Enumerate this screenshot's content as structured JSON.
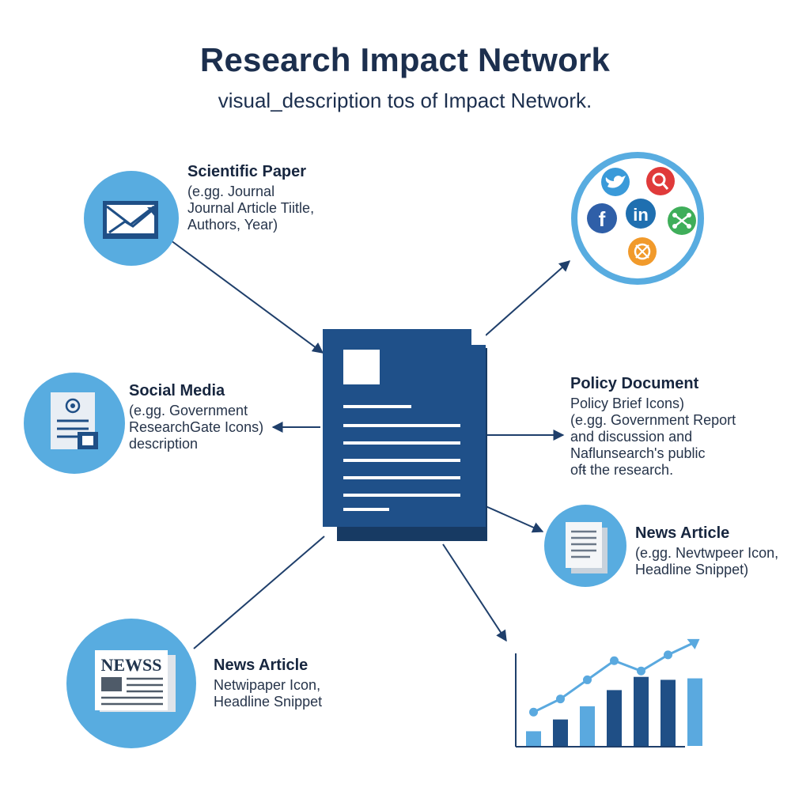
{
  "header": {
    "title": "Research Impact Network",
    "subtitle": "visual_description tos of Impact Network."
  },
  "colors": {
    "circle_fill": "#58ace0",
    "circle_ring": "#ffffff",
    "navy": "#1f4f86",
    "dark_navy": "#173a63",
    "light_blue": "#5aa9df",
    "text_dark": "#1c2f4e"
  },
  "nodes": {
    "scientific_paper": {
      "heading": "Scientific Paper",
      "lines": [
        "(e.gg. Journal",
        "Journal Article Tiitle,",
        "Authors, Year)"
      ],
      "icon": "envelope-trend-icon"
    },
    "social_media": {
      "heading": "Social Media",
      "lines": [
        "(e.gg. Government",
        "ResearchGate Icons)",
        "description"
      ],
      "icon": "document-badge-icon"
    },
    "policy_document": {
      "heading": "Policy Document",
      "lines": [
        "Policy Brief Icons)",
        "(e.gg. Government Report",
        "and discussion and",
        "Naflunsearch's public",
        "ofŧ the research."
      ],
      "icon": "social-cluster-icon"
    },
    "news_article_right": {
      "heading": "News Article",
      "lines": [
        "(e.gg. Nevtwpeer Icon,",
        "Headline Snippet)"
      ],
      "icon": "document-pages-icon"
    },
    "news_article_left": {
      "heading": "News Article",
      "lines": [
        "Netwipaper Icon,",
        "Headline Snippet"
      ],
      "icon": "newspaper-icon",
      "newspaper_label": "NEWSS"
    }
  },
  "central_document": {
    "icon": "central-paper-icon"
  },
  "social_icons": [
    "twitter-icon",
    "search-icon",
    "facebook-icon",
    "linkedin-icon",
    "network-icon",
    "target-icon"
  ],
  "social_labels": {
    "linkedin": "in",
    "facebook": "f"
  },
  "chart_data": {
    "type": "bar",
    "values": [
      1.0,
      1.8,
      2.7,
      3.8,
      4.7,
      4.5,
      4.6
    ],
    "trend": [
      2.3,
      3.2,
      4.5,
      5.8,
      5.1,
      6.2
    ],
    "ylim": [
      0,
      7
    ],
    "title": "",
    "xlabel": "",
    "ylabel": "",
    "bar_colors": [
      "#5aa9df",
      "#1f4f86",
      "#5aa9df",
      "#1f4f86",
      "#1f4f86",
      "#1f4f86",
      "#5aa9df"
    ]
  }
}
